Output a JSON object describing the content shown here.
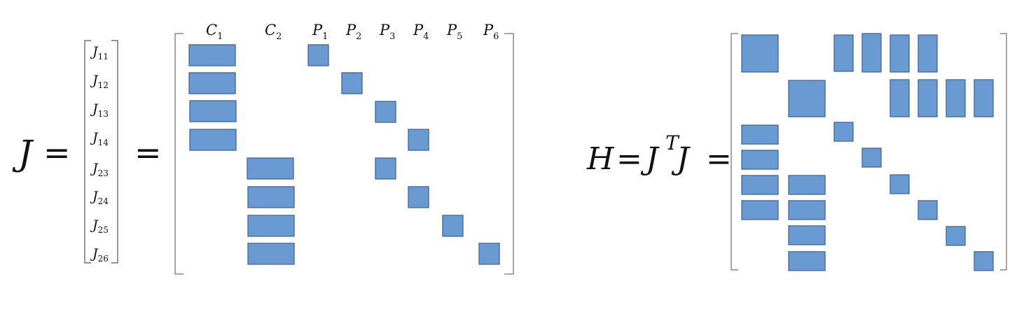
{
  "equation_j": {
    "lhs": "J",
    "equals": "=",
    "vector_entries": [
      {
        "base": "J",
        "sub": "11"
      },
      {
        "base": "J",
        "sub": "12"
      },
      {
        "base": "J",
        "sub": "13"
      },
      {
        "base": "J",
        "sub": "14"
      },
      {
        "base": "J",
        "sub": "23"
      },
      {
        "base": "J",
        "sub": "24"
      },
      {
        "base": "J",
        "sub": "25"
      },
      {
        "base": "J",
        "sub": "26"
      }
    ],
    "columns": [
      {
        "base": "C",
        "sub": "1"
      },
      {
        "base": "C",
        "sub": "2"
      },
      {
        "base": "P",
        "sub": "1"
      },
      {
        "base": "P",
        "sub": "2"
      },
      {
        "base": "P",
        "sub": "3"
      },
      {
        "base": "P",
        "sub": "4"
      },
      {
        "base": "P",
        "sub": "5"
      },
      {
        "base": "P",
        "sub": "6"
      }
    ],
    "structure": [
      [
        0,
        2
      ],
      [
        0,
        3
      ],
      [
        0,
        4
      ],
      [
        0,
        5
      ],
      [
        1,
        4
      ],
      [
        1,
        5
      ],
      [
        1,
        6
      ],
      [
        1,
        7
      ]
    ]
  },
  "equation_h": {
    "lhs": "H",
    "eq1": "=",
    "jt_base": "J",
    "jt_sup": "T",
    "j": "J",
    "eq2": "="
  },
  "colors": {
    "block_fill": "#6a9ad2",
    "block_stroke": "#41659a",
    "bracket": "#8a8a8a"
  }
}
